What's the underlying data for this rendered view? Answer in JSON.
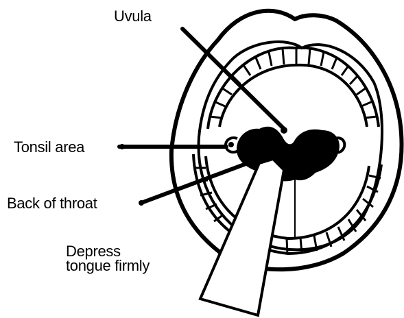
{
  "labels": {
    "uvula": "Uvula",
    "tonsil_area": "Tonsil area",
    "back_of_throat": "Back of throat",
    "depress_line1": "Depress",
    "depress_line2": "tongue firmly"
  },
  "colors": {
    "ink": "#000000",
    "background": "#ffffff"
  }
}
